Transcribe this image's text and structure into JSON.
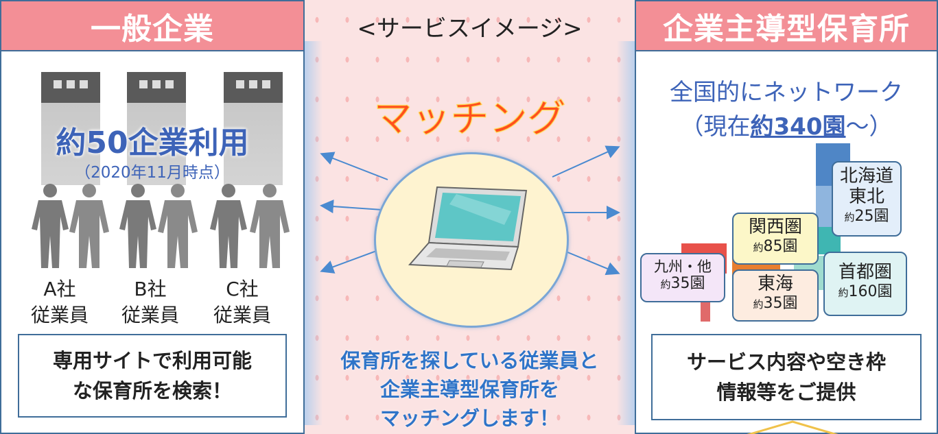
{
  "center": {
    "title": "<サービスイメージ>",
    "matching": "マッチング",
    "bottom_lines": [
      "保育所を探している従業員と",
      "企業主導型保育所を",
      "マッチングします！"
    ]
  },
  "left": {
    "header": "一般企業",
    "big": "約50企業利用",
    "sub": "（2020年11月時点）",
    "companies": [
      {
        "name": "A社",
        "role": "従業員"
      },
      {
        "name": "B社",
        "role": "従業員"
      },
      {
        "name": "C社",
        "role": "従業員"
      }
    ],
    "box_lines": [
      "専用サイトで利用可能",
      "な保育所を検索！"
    ]
  },
  "right": {
    "header": "企業主導型保育所",
    "net_line1": "全国的にネットワーク",
    "net_line2_pre": "（現在",
    "net_line2_em": "約340園",
    "net_line2_post": "～）",
    "regions": [
      {
        "name": "北海道",
        "name2": "東北",
        "prefix": "約",
        "count": "25園"
      },
      {
        "name": "関西圏",
        "prefix": "約",
        "count": "85園"
      },
      {
        "name": "九州・他",
        "prefix": "約",
        "count": "35園"
      },
      {
        "name": "東海",
        "prefix": "約",
        "count": "35園"
      },
      {
        "name": "首都圏",
        "prefix": "約",
        "count": "160園"
      }
    ],
    "box_lines": [
      "サービス内容や空き枠",
      "情報等をご提供"
    ]
  },
  "colors": {
    "header": "#f38f96",
    "border": "#3f6d99",
    "accent_blue": "#3d63b8",
    "matching": "#ff4f1e"
  },
  "icons": {
    "laptop": "laptop-icon",
    "building": "building-icon",
    "person": "person-icon",
    "arrow": "arrow-icon",
    "map": "japan-map-icon"
  }
}
